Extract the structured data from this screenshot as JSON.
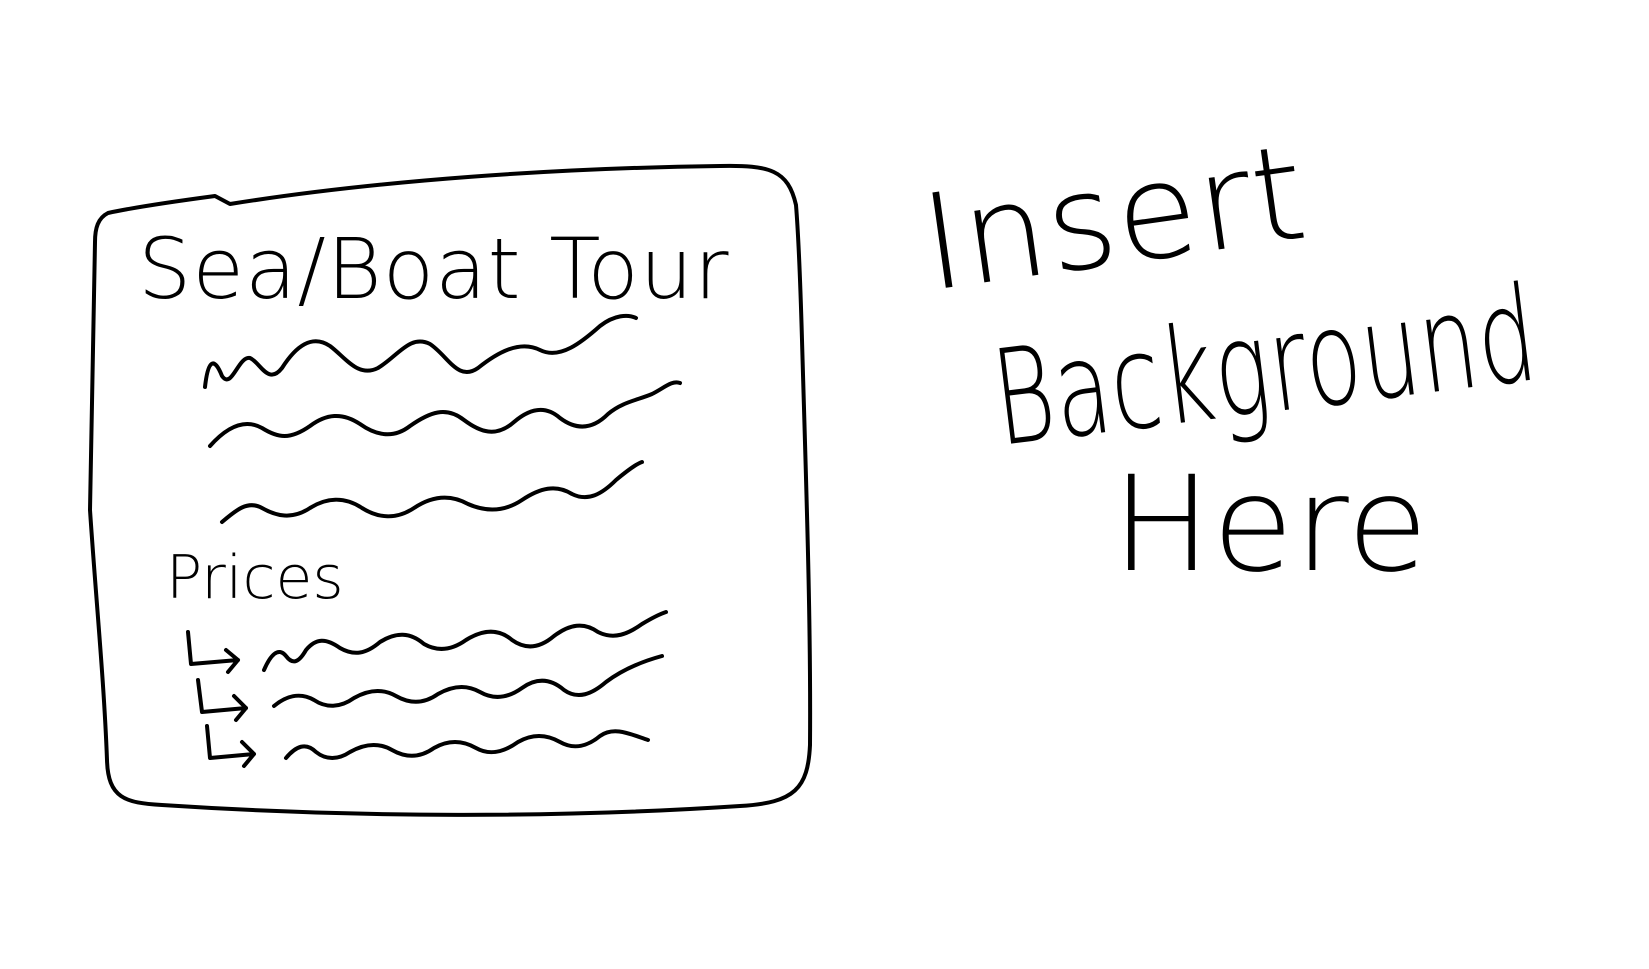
{
  "card": {
    "title": "Sea/Boat Tour",
    "description_lines": 3,
    "prices_label": "Prices",
    "price_items": 3
  },
  "background_note": {
    "line1": "Insert",
    "line2": "Background",
    "line3": "Here"
  }
}
